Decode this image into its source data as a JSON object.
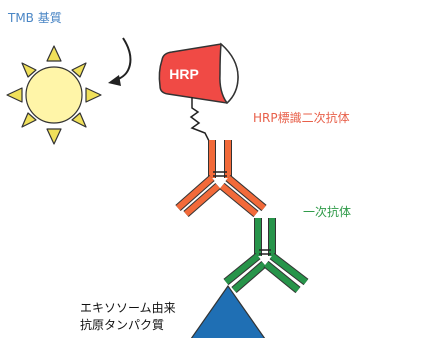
{
  "labels": {
    "substrate": "TMB 基質",
    "hrp": "HRP",
    "secondary_antibody": "HRP標識二次抗体",
    "primary_antibody": "一次抗体",
    "antigen_line1": "エキソソーム由来",
    "antigen_line2": "抗原タンパク質"
  },
  "colors": {
    "substrate_text": "#4a86c5",
    "hrp_fill": "#f04a45",
    "hrp_text": "#ffffff",
    "secondary_antibody": "#f26a3a",
    "secondary_label": "#e8604a",
    "primary_antibody": "#27944a",
    "primary_label": "#2e9a48",
    "antigen": "#1f6fb4",
    "sun_core": "#fff5a8",
    "sun_rays": "#f0e05a",
    "outline": "#333333"
  },
  "icons": {
    "sun": "sun-icon",
    "arrow": "curved-arrow-icon"
  }
}
